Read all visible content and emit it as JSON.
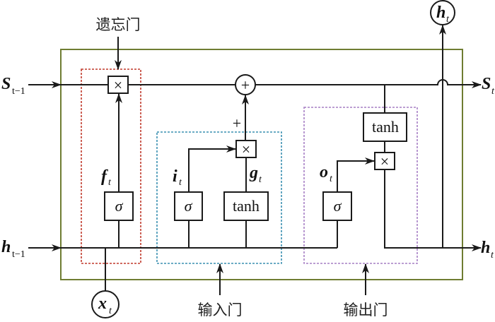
{
  "diagram": {
    "title": "LSTM cell",
    "colors": {
      "frame": "#6f7d32",
      "forget_gate_border": "#c0392b",
      "input_gate_border": "#3a8fb0",
      "output_gate_border": "#a67fc4",
      "line": "#1a1a1a"
    },
    "gate_labels": {
      "forget": "遗忘门",
      "input": "输入门",
      "output": "输出门"
    },
    "inputs": {
      "prev_state": {
        "main": "S",
        "sub": "t−1"
      },
      "prev_hidden": {
        "main": "h",
        "sub": "t−1"
      },
      "x": {
        "main": "x",
        "sub": "t"
      }
    },
    "outputs": {
      "state": {
        "main": "S",
        "sub": "t"
      },
      "hidden_right": {
        "main": "h",
        "sub": "t"
      },
      "hidden_top": {
        "main": "h",
        "sub": "t"
      }
    },
    "signals": {
      "f": {
        "main": "f",
        "sub": "t"
      },
      "i": {
        "main": "i",
        "sub": "t"
      },
      "g": {
        "main": "g",
        "sub": "t"
      },
      "o": {
        "main": "o",
        "sub": "t"
      }
    },
    "ops": {
      "multiply": "×",
      "add": "+",
      "plus_sign": "+",
      "sigma": "σ",
      "tanh": "tanh"
    }
  }
}
